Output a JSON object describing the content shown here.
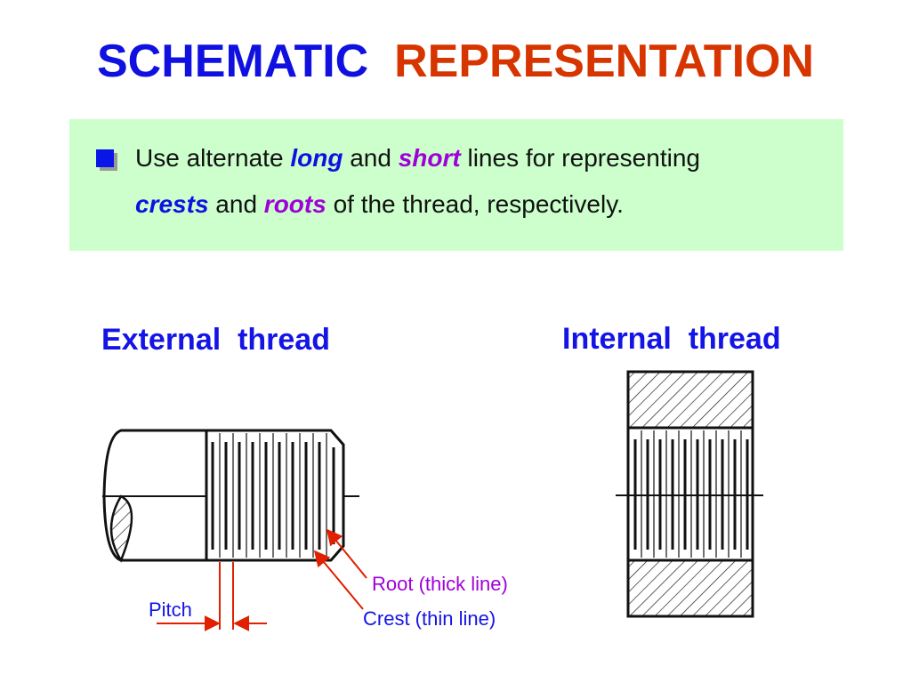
{
  "title": {
    "word1": "SCHEMATIC",
    "word2": "REPRESENTATION"
  },
  "note": {
    "line1": {
      "t1": "Use alternate ",
      "k1": "long",
      "t2": " and ",
      "k2": "short",
      "t3": " lines for representing"
    },
    "line2": {
      "k1": "crests",
      "t1": " and ",
      "k2": "roots",
      "t2": " of the thread, respectively."
    }
  },
  "headings": {
    "external": "External  thread",
    "internal": "Internal  thread"
  },
  "labels": {
    "root": "Root (thick line)",
    "crest": "Crest (thin line)",
    "pitch": "Pitch"
  },
  "colors": {
    "title_blue": "#1010e0",
    "title_red": "#d73500",
    "box_bg": "#ccffcc",
    "label_red": "#e02000",
    "root_label": "#a000d8",
    "crest_label": "#1414e6"
  }
}
